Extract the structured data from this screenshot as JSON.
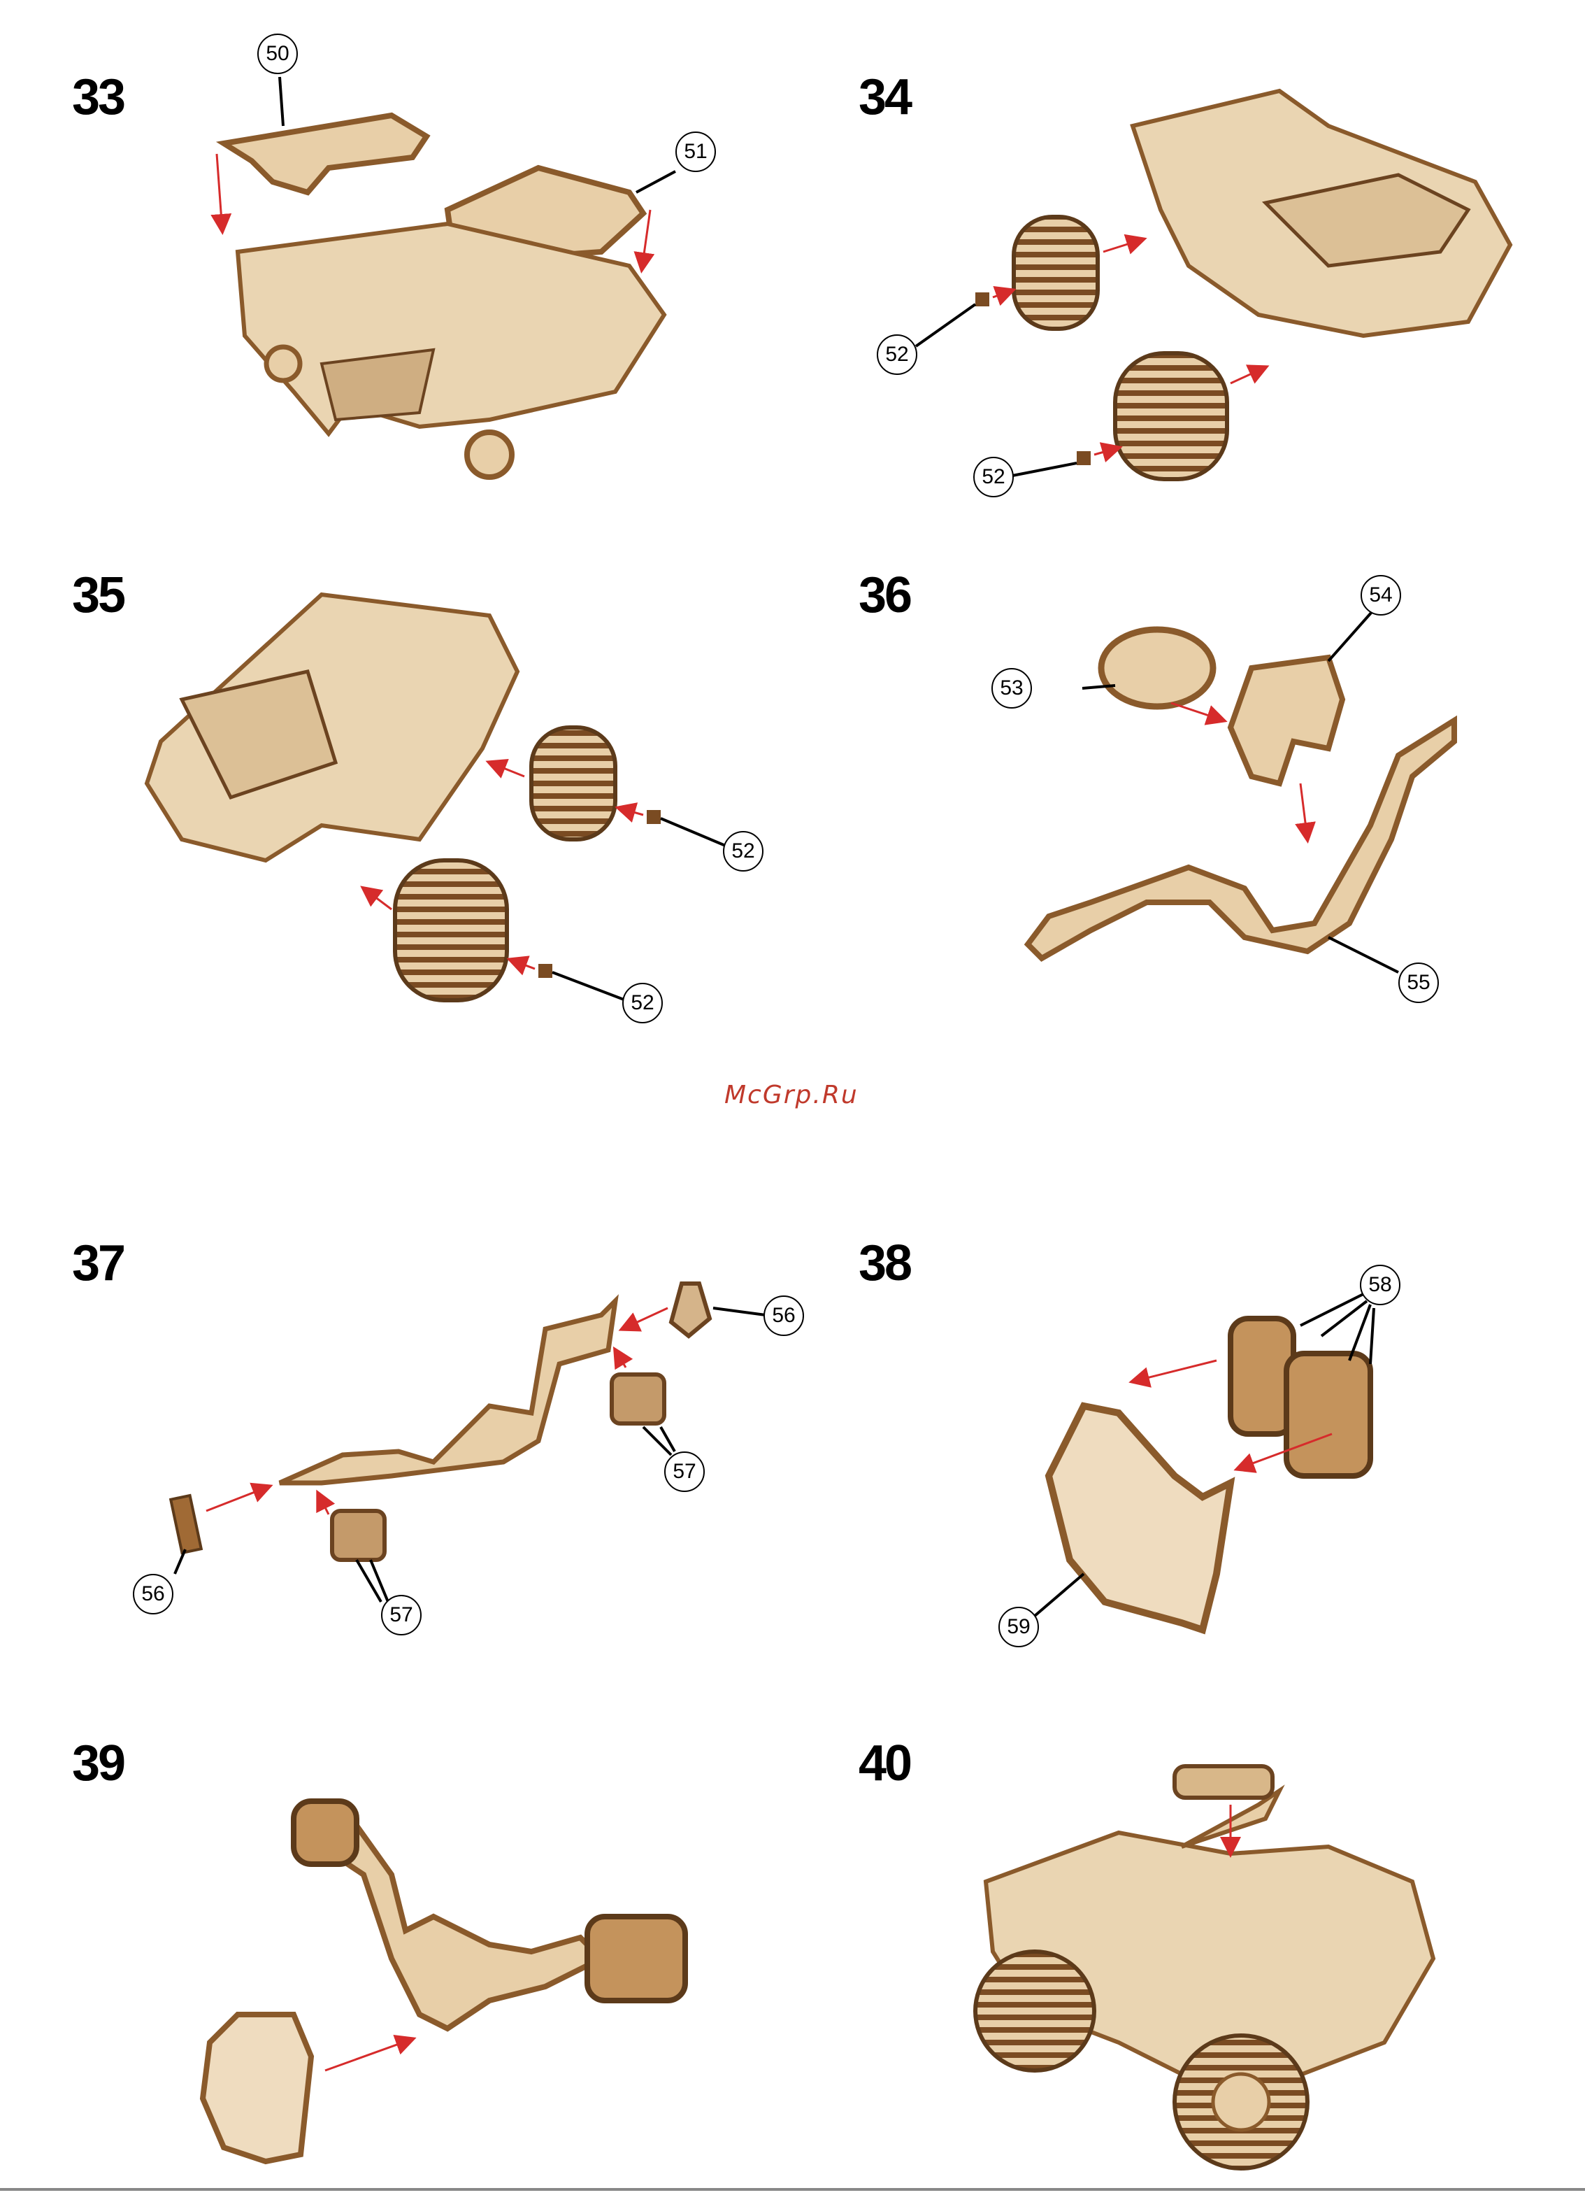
{
  "steps": [
    {
      "number": "33",
      "callouts": [
        "50",
        "51"
      ]
    },
    {
      "number": "34",
      "callouts": [
        "52",
        "52"
      ]
    },
    {
      "number": "35",
      "callouts": [
        "52",
        "52"
      ]
    },
    {
      "number": "36",
      "callouts": [
        "53",
        "54",
        "55"
      ]
    },
    {
      "number": "37",
      "callouts": [
        "56",
        "56",
        "57",
        "57"
      ]
    },
    {
      "number": "38",
      "callouts": [
        "58",
        "59"
      ]
    },
    {
      "number": "39",
      "callouts": []
    },
    {
      "number": "40",
      "callouts": []
    }
  ],
  "watermark": "McGrp.Ru",
  "colors": {
    "wood_light": "#e8cfa8",
    "wood_edge": "#8a5a2b",
    "wood_dark": "#5c3a1a",
    "arrow": "#d62b2b"
  }
}
